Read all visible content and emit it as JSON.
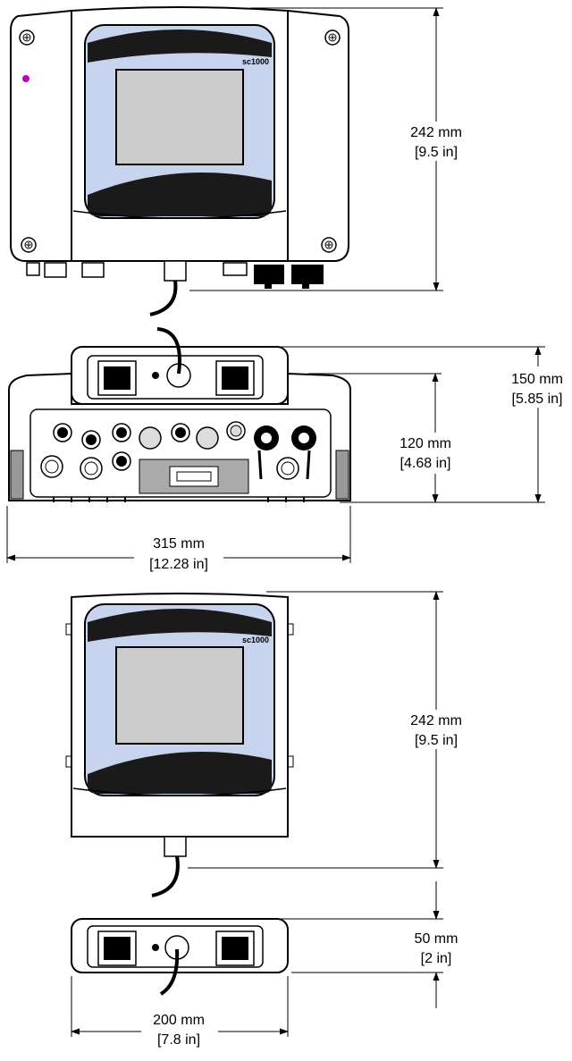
{
  "device": {
    "brand_label_front": "sc1000",
    "brand_label_module": "sc1000",
    "indicator_color": "#c000c0",
    "screen_frame_color": "#c8d4ee",
    "display_color": "#cccccc"
  },
  "dimensions": {
    "front_height": {
      "mm": "242 mm",
      "in": "[9.5 in]"
    },
    "bottom_total_depth": {
      "mm": "150 mm",
      "in": "[5.85 in]"
    },
    "bottom_body_depth": {
      "mm": "120 mm",
      "in": "[4.68 in]"
    },
    "full_width": {
      "mm": "315 mm",
      "in": "[12.28 in]"
    },
    "module_height": {
      "mm": "242 mm",
      "in": "[9.5 in]"
    },
    "module_depth": {
      "mm": "50 mm",
      "in": "[2 in]"
    },
    "module_width": {
      "mm": "200 mm",
      "in": "[7.8 in]"
    }
  }
}
